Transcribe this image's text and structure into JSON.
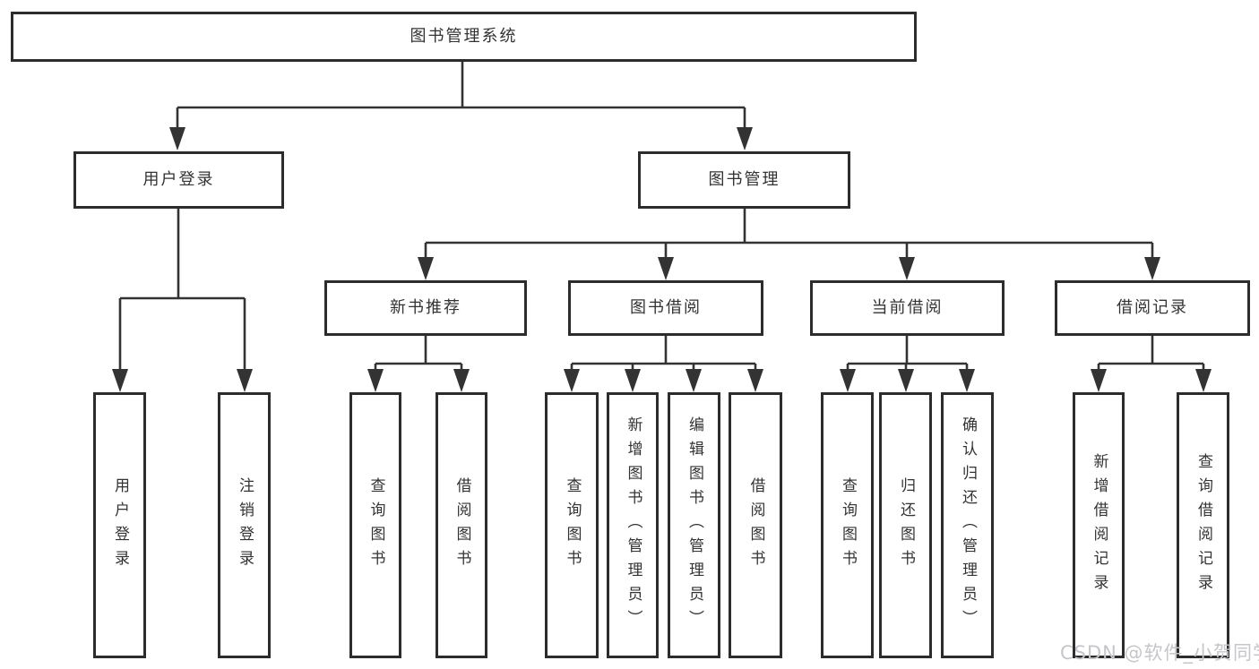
{
  "colors": {
    "line": "#333333",
    "box_border": "#2c2c2c",
    "box_fill": "#ffffff",
    "text": "#333333",
    "watermark": "#c6c6ca"
  },
  "tree": {
    "label": "图书管理系统",
    "children": [
      {
        "label": "用户登录",
        "children": [
          {
            "label": "用户登录"
          },
          {
            "label": "注销登录"
          }
        ]
      },
      {
        "label": "图书管理",
        "children": [
          {
            "label": "新书推荐",
            "children": [
              {
                "label": "查询图书"
              },
              {
                "label": "借阅图书"
              }
            ]
          },
          {
            "label": "图书借阅",
            "children": [
              {
                "label": "查询图书"
              },
              {
                "label": "新增图书（管理员）"
              },
              {
                "label": "编辑图书（管理员）"
              },
              {
                "label": "借阅图书"
              }
            ]
          },
          {
            "label": "当前借阅",
            "children": [
              {
                "label": "查询图书"
              },
              {
                "label": "归还图书"
              },
              {
                "label": "确认归还（管理员）"
              }
            ]
          },
          {
            "label": "借阅记录",
            "children": [
              {
                "label": "新增借阅记录"
              },
              {
                "label": "查询借阅记录"
              }
            ]
          }
        ]
      }
    ]
  },
  "watermark": {
    "text": "CSDN @软件_小贺同学"
  }
}
